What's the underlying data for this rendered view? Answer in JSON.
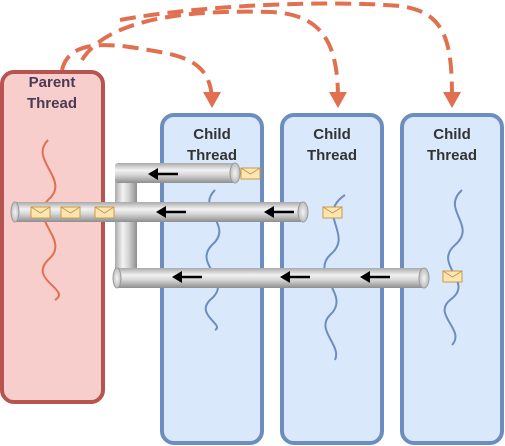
{
  "diagram": {
    "parent": {
      "line1": "Parent",
      "line2": "Thread"
    },
    "children": [
      {
        "line1": "Child",
        "line2": "Thread"
      },
      {
        "line1": "Child",
        "line2": "Thread"
      },
      {
        "line1": "Child",
        "line2": "Thread"
      }
    ]
  },
  "colors": {
    "parent_fill": "#f8cecc",
    "parent_stroke": "#b85450",
    "child_fill": "#dae8fc",
    "child_stroke": "#6c8ebf",
    "dashed_arrow": "#e07050",
    "wave_parent": "#e07050",
    "wave_child": "#6c8ebf",
    "label_parent": "#4a3a55",
    "label_child": "#333333",
    "envelope_fill": "#ffe6b0",
    "envelope_stroke": "#c89a4a"
  },
  "icons": {
    "envelope": "message-envelope-icon",
    "pipe": "pipe-channel",
    "arrow": "arrow-left-icon"
  }
}
